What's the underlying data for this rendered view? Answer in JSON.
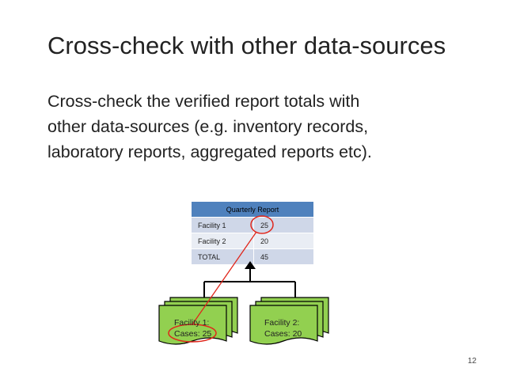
{
  "slide": {
    "title": "Cross-check with other data-sources",
    "body_lines": [
      "Cross-check the verified report totals with",
      "other data-sources (e.g. inventory records,",
      "laboratory reports, aggregated reports etc)."
    ],
    "page_number": "12"
  },
  "report": {
    "header": "Quarterly Report",
    "rows": [
      {
        "label": "Facility 1",
        "value": "25"
      },
      {
        "label": "Facility 2",
        "value": "20"
      },
      {
        "label": "TOTAL",
        "value": "45"
      }
    ]
  },
  "documents": [
    {
      "line1": "Facility 1:",
      "line2": "Cases: 25"
    },
    {
      "line1": "Facility 2:",
      "line2": "Cases: 20"
    }
  ],
  "colors": {
    "table_header": "#4f81bd",
    "document_fill": "#92d050",
    "highlight": "#e0261b"
  }
}
